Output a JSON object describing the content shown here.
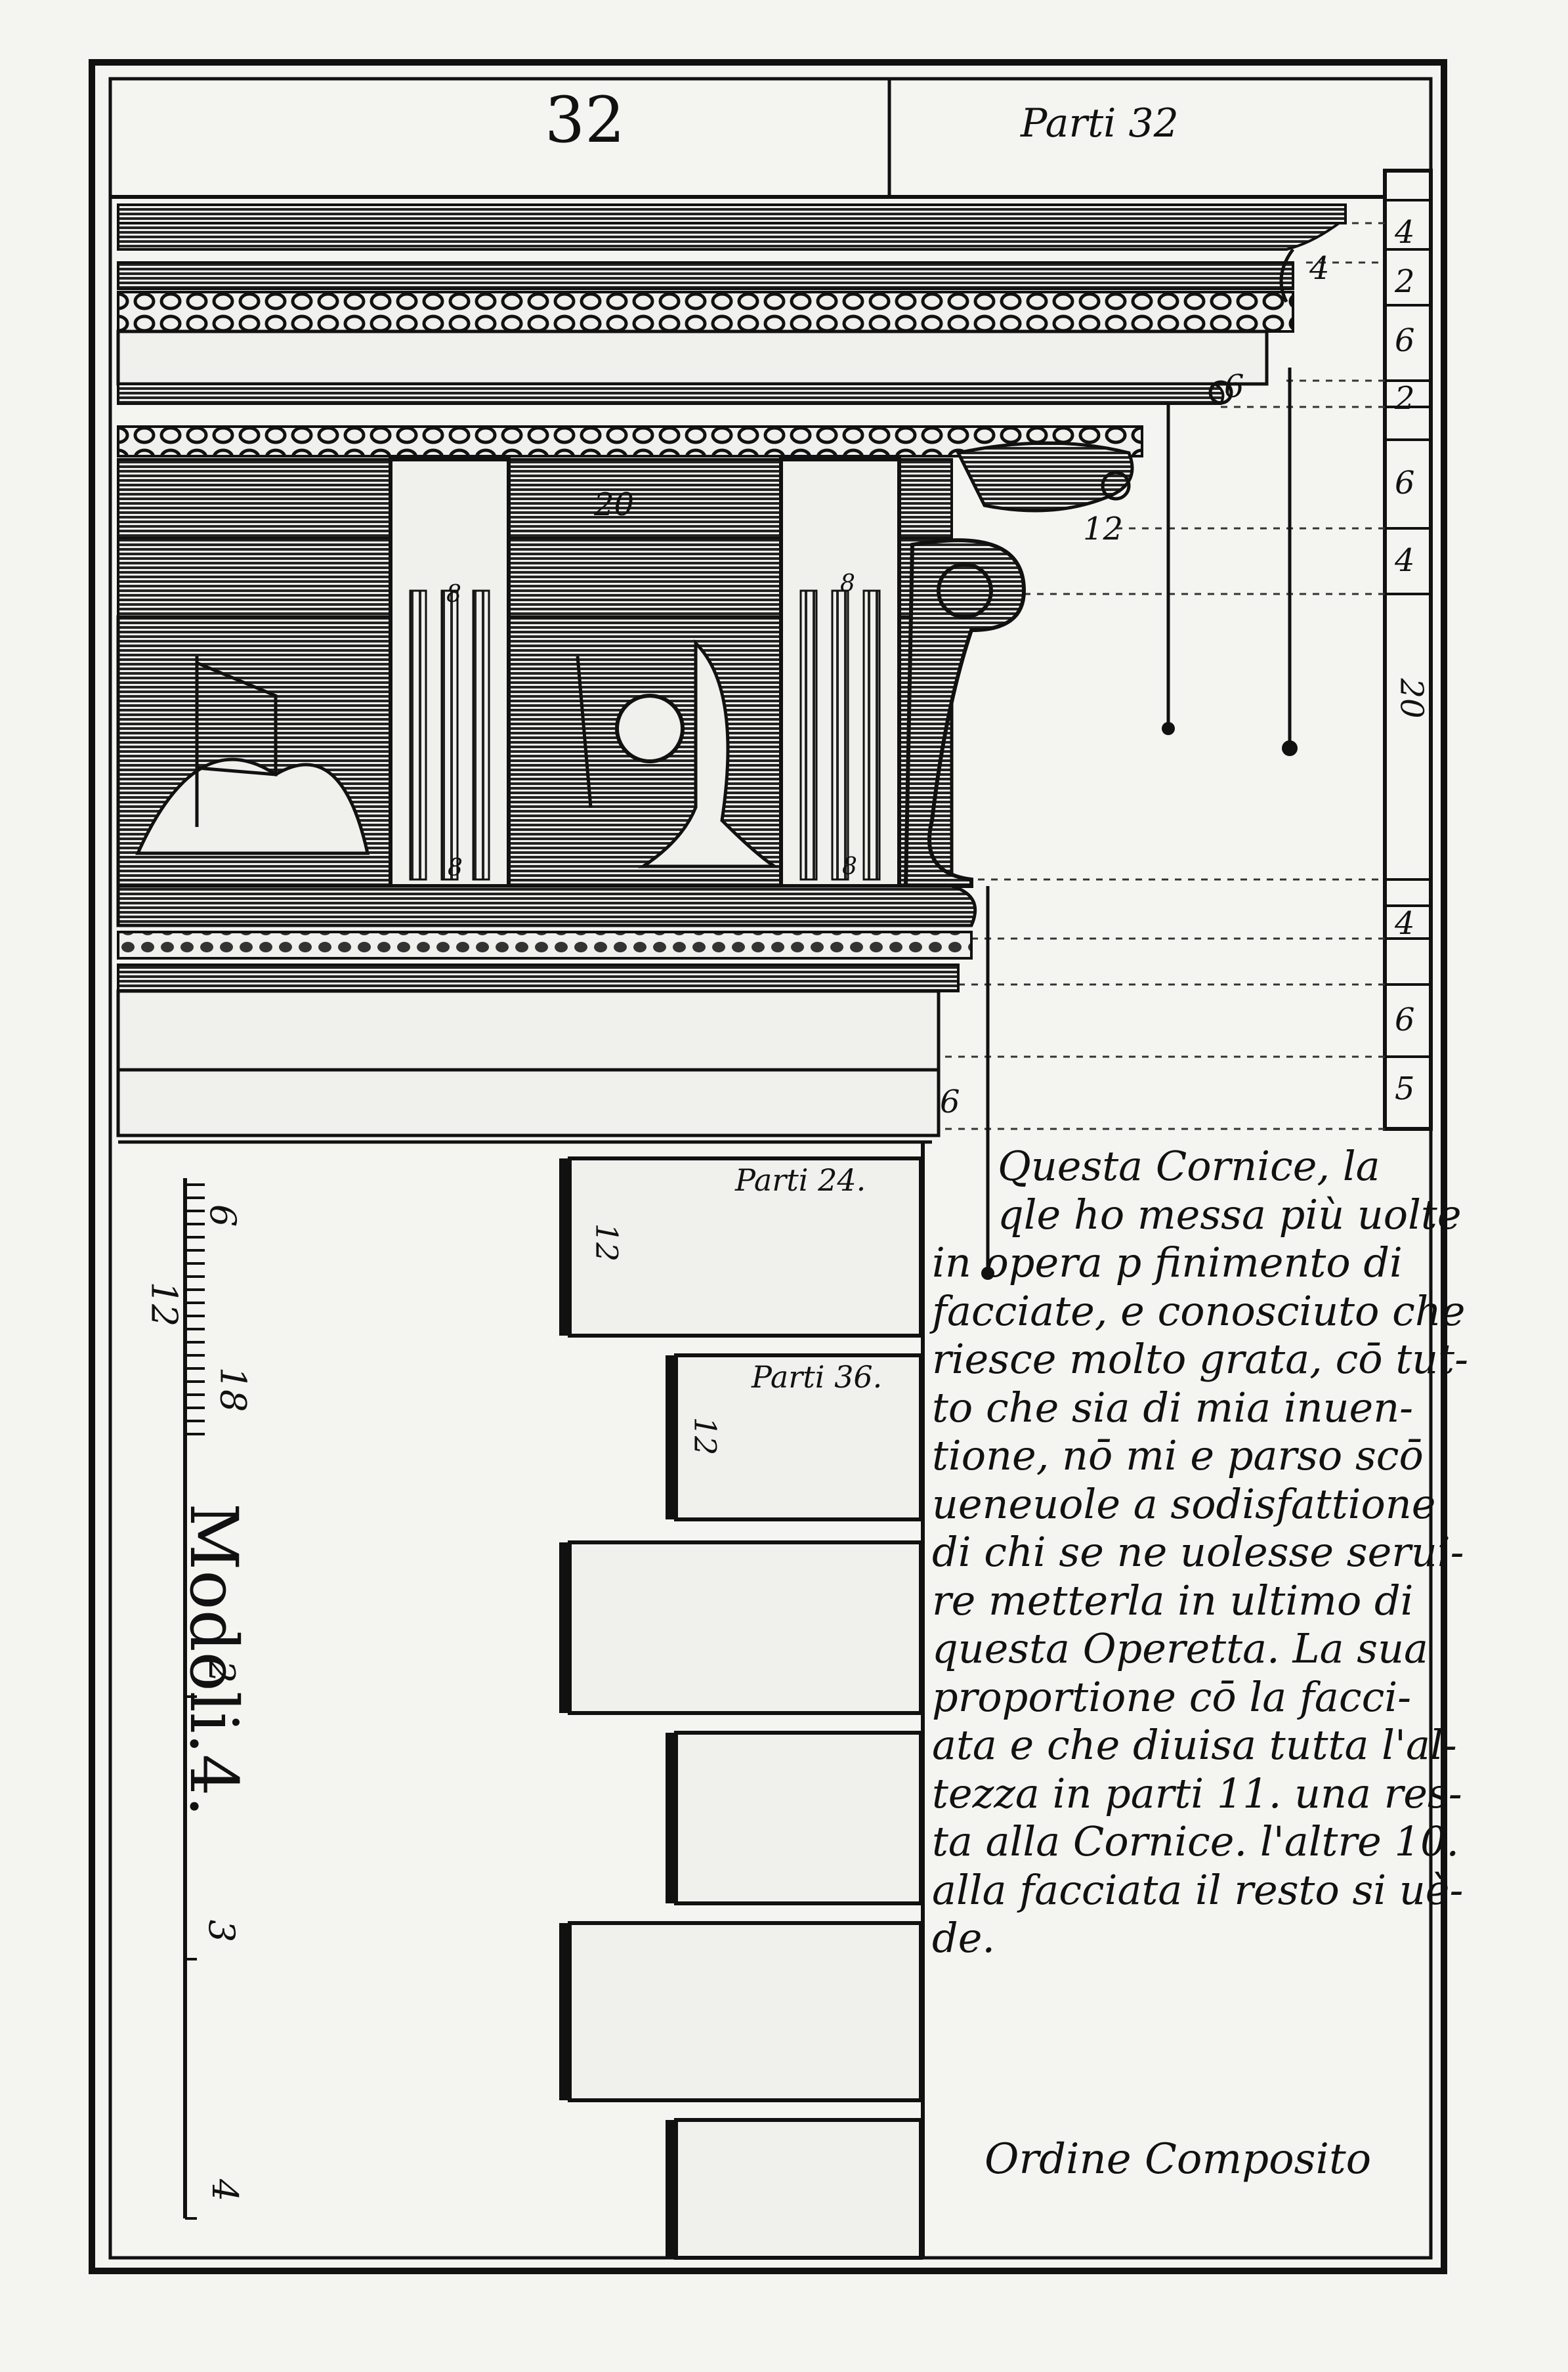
{
  "page_number": "32",
  "header_label": "Parti 32",
  "right_scale_numbers": [
    "4",
    "2",
    "6",
    "2",
    "6",
    "4",
    "20",
    "4",
    "6",
    "5"
  ],
  "dimension_labels": [
    "4",
    "6",
    "12",
    "20",
    "8",
    "8",
    "8",
    "8",
    "6"
  ],
  "block_labels": {
    "top_block_title": "Parti 24.",
    "top_block_value": "12",
    "second_block_title": "Parti 36.",
    "second_block_value": "12"
  },
  "ruler": {
    "title": "Modoli.4.",
    "ticks": [
      "6",
      "12",
      "18",
      "2",
      "3",
      "4"
    ]
  },
  "body_text_lines": [
    "Questa Cornice, la",
    "qle ho messa più uolte",
    "in opera p finimento di",
    "facciate, e conosciuto che",
    "riesce molto grata, cō tut-",
    "to che sia di mia inuen-",
    "tione, nō mi e parso scō",
    "ueneuole a sodisfattione",
    "di chi se ne uolesse serui-",
    "re metterla in ultimo di",
    "questa Operetta. La sua",
    "proportione cō la facci-",
    "ata e che diuisa tutta l'al-",
    "tezza in parti 11. una res-",
    "ta alla Cornice. l'altre 10.",
    "alla facciata il resto si uè-",
    "de."
  ],
  "order_title": "Ordine Composito"
}
